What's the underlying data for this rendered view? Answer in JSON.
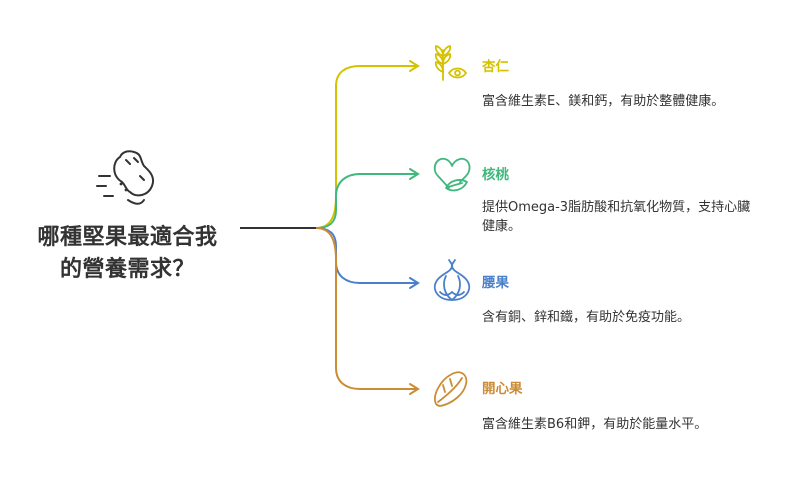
{
  "title_lines": [
    "哪種堅果最適合我",
    "的營養需求？"
  ],
  "branches": [
    {
      "name": "almond",
      "label": "杏仁",
      "description": "富含維生素E、鎂和鈣，有助於整體健康。",
      "color": "#d4c200",
      "icon": "wheat-eye-icon"
    },
    {
      "name": "walnut",
      "label": "核桃",
      "description": "提供Omega-3脂肪酸和抗氧化物質，支持心臟健康。",
      "color": "#3fb87e",
      "icon": "heart-leaf-icon"
    },
    {
      "name": "cashew",
      "label": "腰果",
      "description": "含有銅、鋅和鐵，有助於免疫功能。",
      "color": "#4a7fc9",
      "icon": "garlic-bulb-icon"
    },
    {
      "name": "pistachio",
      "label": "開心果",
      "description": "富含維生素B6和鉀，有助於能量水平。",
      "color": "#cc8b35",
      "icon": "seed-pod-icon"
    }
  ],
  "colors": {
    "trunk": "#333333",
    "title": "#333333",
    "description": "#333333"
  },
  "central_icon": "peanut-icon"
}
